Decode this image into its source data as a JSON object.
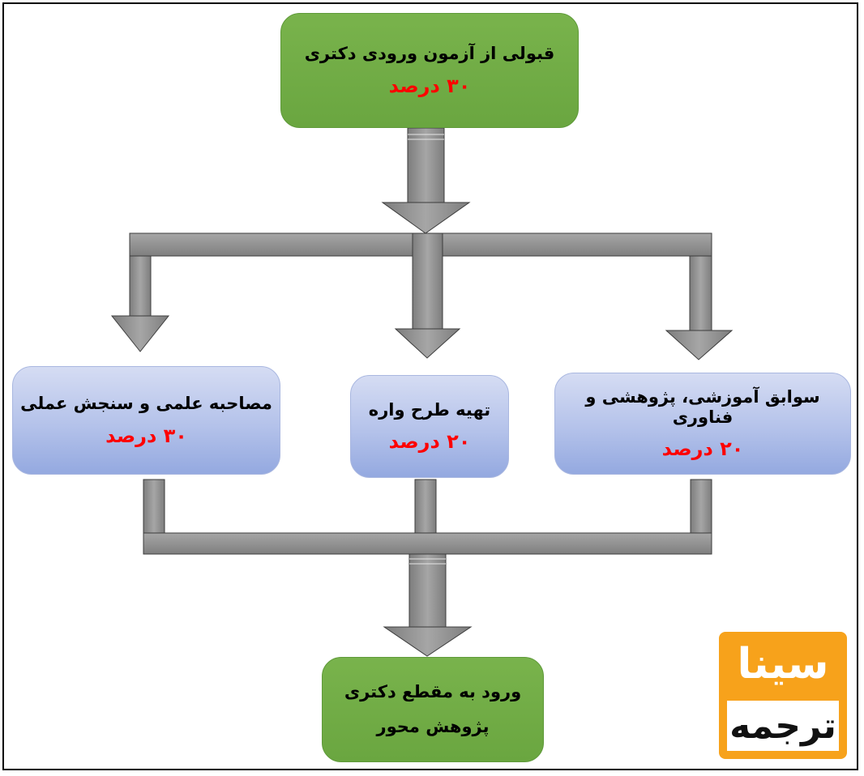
{
  "top_box": {
    "title": "قبولی از آزمون ورودی دکتری",
    "percent": "۳۰ درصد"
  },
  "box_left": {
    "title": "مصاحبه علمی و سنجش عملی",
    "percent": "۳۰ درصد"
  },
  "box_middle": {
    "title": "تهیه طرح واره",
    "percent": "۲۰ درصد"
  },
  "box_right": {
    "title": "سوابق آموزشی، پژوهشی و فناوری",
    "percent": "۲۰ درصد"
  },
  "bottom_box": {
    "title": "ورود به مقطع دکتری",
    "subtitle": "پژوهش محور"
  },
  "logo": {
    "upper_text": "سینا",
    "lower_text": "ترجمه"
  },
  "colors": {
    "green": "#6aa640",
    "blue": "#b4c2ea",
    "arrow_gray": "#8f8f8f",
    "percent_red": "#ff0000",
    "logo_orange": "#f7a21b"
  }
}
